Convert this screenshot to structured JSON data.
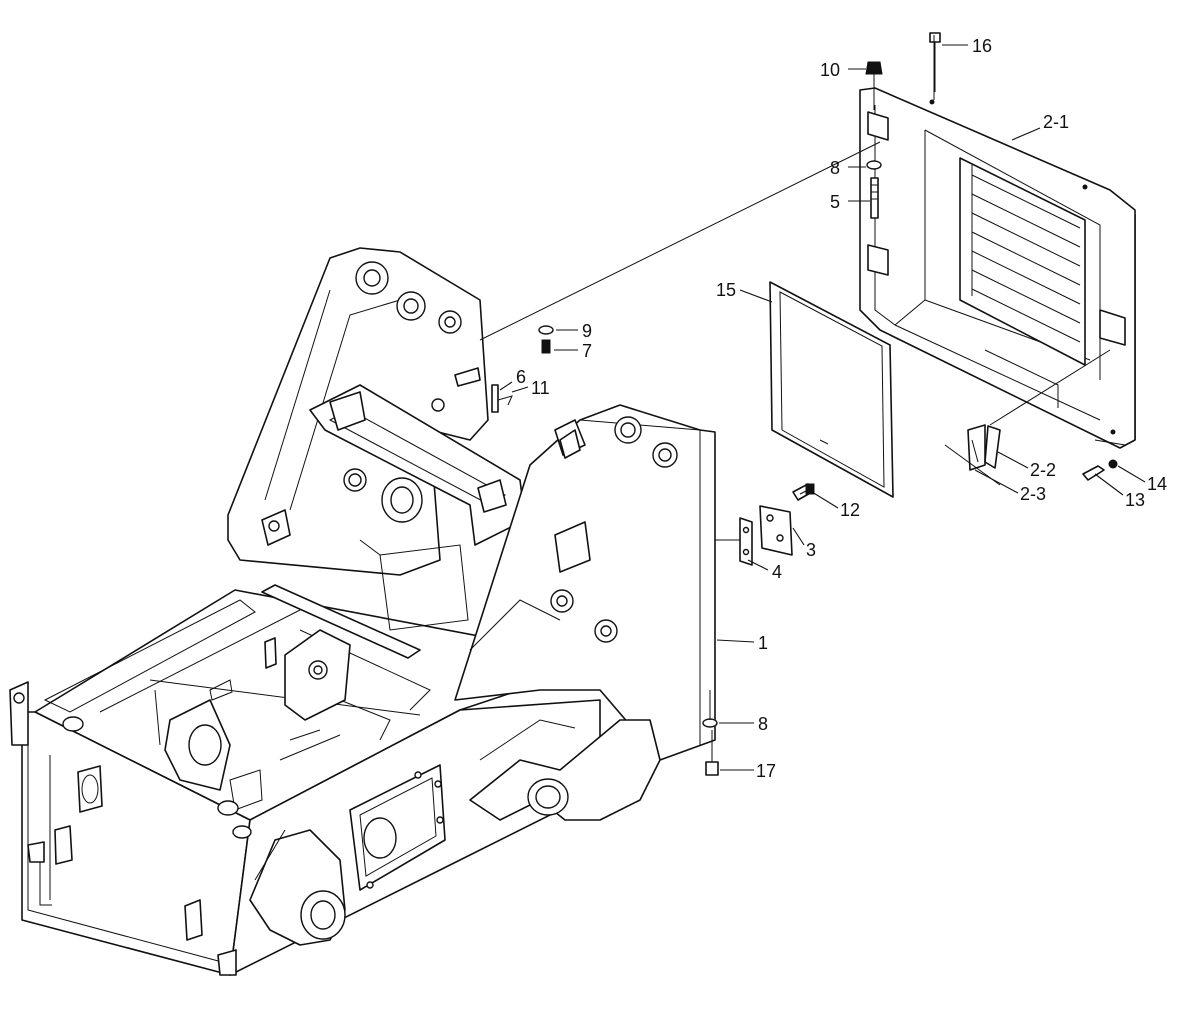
{
  "callouts": [
    {
      "id": "c-16",
      "label": "16"
    },
    {
      "id": "c-10",
      "label": "10"
    },
    {
      "id": "c-2-1",
      "label": "2-1"
    },
    {
      "id": "c-8a",
      "label": "8"
    },
    {
      "id": "c-5",
      "label": "5"
    },
    {
      "id": "c-15",
      "label": "15"
    },
    {
      "id": "c-9",
      "label": "9"
    },
    {
      "id": "c-7",
      "label": "7"
    },
    {
      "id": "c-6",
      "label": "6"
    },
    {
      "id": "c-11",
      "label": "11"
    },
    {
      "id": "c-2-2",
      "label": "2-2"
    },
    {
      "id": "c-2-3",
      "label": "2-3"
    },
    {
      "id": "c-14",
      "label": "14"
    },
    {
      "id": "c-13",
      "label": "13"
    },
    {
      "id": "c-12",
      "label": "12"
    },
    {
      "id": "c-3",
      "label": "3"
    },
    {
      "id": "c-4",
      "label": "4"
    },
    {
      "id": "c-1",
      "label": "1"
    },
    {
      "id": "c-8b",
      "label": "8"
    },
    {
      "id": "c-17",
      "label": "17"
    }
  ]
}
